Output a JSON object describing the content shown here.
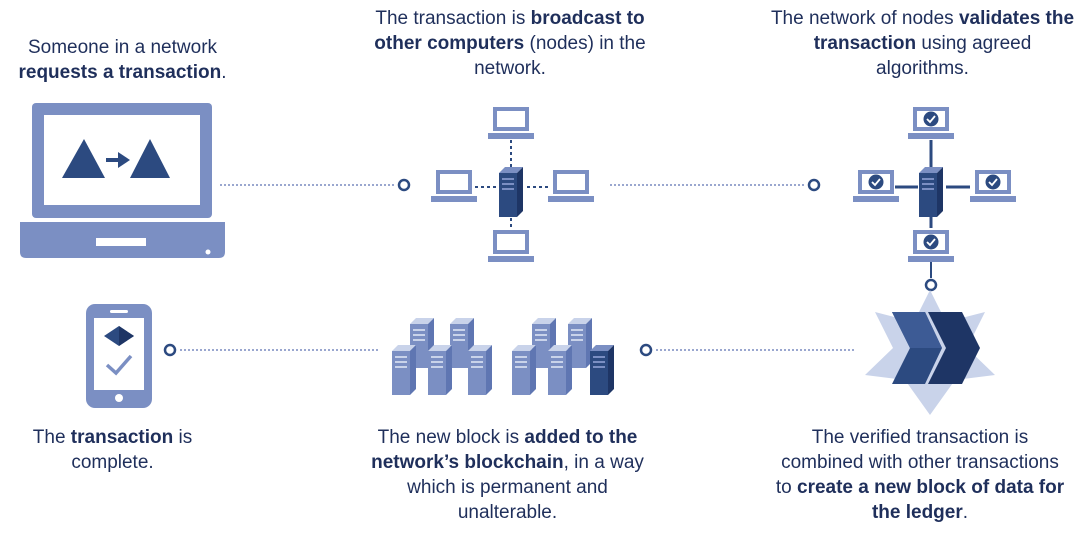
{
  "colors": {
    "light": "#7b8fc3",
    "dark": "#2c4a80",
    "pale": "#c9d3ea",
    "text": "#1f2f5b",
    "dots": "#9aa7cf"
  },
  "steps": {
    "s1": {
      "pre": "Someone in a network",
      "bold": "requests a transaction",
      "post": "."
    },
    "s2": {
      "pre": "The transaction is",
      "bold": "broadcast to other computers",
      "post": "(nodes) in the network."
    },
    "s3": {
      "pre": "The network of nodes",
      "bold": "validates the transaction",
      "post": "using agreed algorithms."
    },
    "s4": {
      "pre": "The verified transaction is combined with other transactions to",
      "bold": "create a new block of data for the ledger",
      "post": "."
    },
    "s5": {
      "pre": "The new block is",
      "bold": "added to the network’s blockchain",
      "post": ", in a way which is permanent and unalterable."
    },
    "s6": {
      "pre": "The",
      "bold": "transaction",
      "post": "is complete."
    }
  },
  "icons": [
    "laptop-icon",
    "network-icon",
    "validate-network-icon",
    "block-star-icon",
    "blockchain-servers-icon",
    "phone-icon"
  ]
}
